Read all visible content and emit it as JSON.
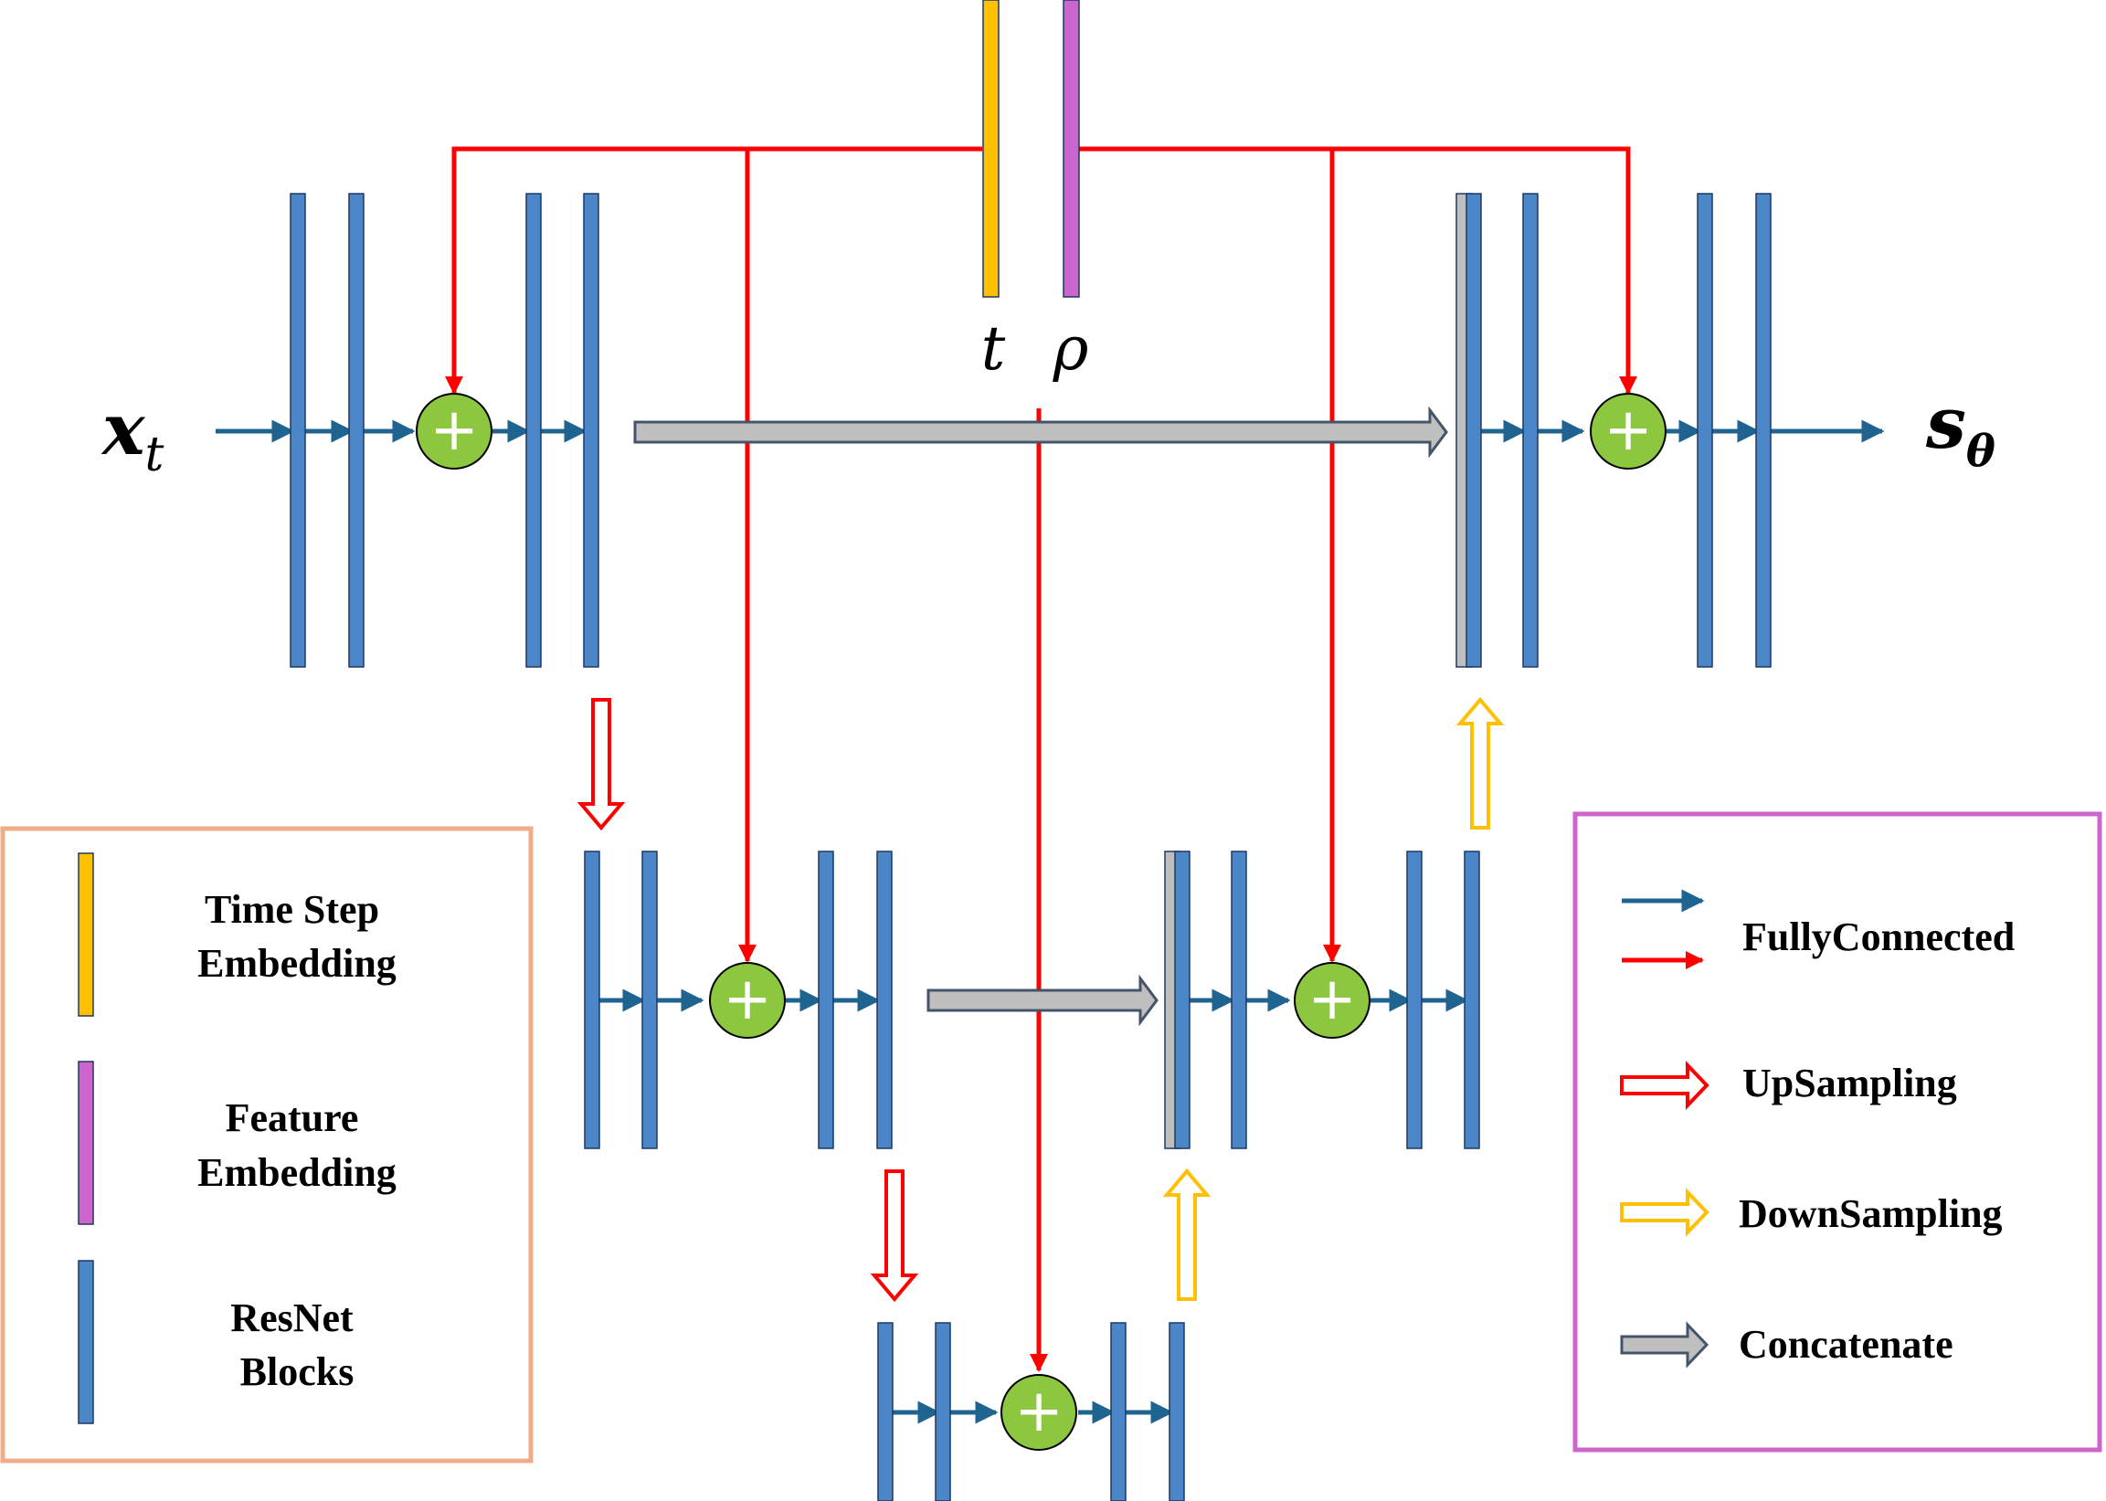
{
  "inputs": {
    "input_symbol": "x",
    "input_subscript": "t",
    "output_symbol": "s",
    "output_subscript": "θ",
    "time_symbol": "t",
    "feature_symbol": "ρ"
  },
  "add_symbol": "+",
  "legend_left": {
    "items": [
      {
        "lines": [
          "Time Step",
          "Embedding"
        ]
      },
      {
        "lines": [
          "Feature",
          "Embedding"
        ]
      },
      {
        "lines": [
          "ResNet",
          "Blocks"
        ]
      }
    ]
  },
  "legend_right": {
    "items": [
      {
        "label": "FullyConnected"
      },
      {
        "label": "UpSampling"
      },
      {
        "label": "DownSampling"
      },
      {
        "label": "Concatenate"
      }
    ]
  },
  "colors": {
    "resnet_block": "#4a86c8",
    "time_embedding": "#ffc000",
    "feature_embedding": "#cc66cc",
    "add_node": "#8dc63f",
    "fully_connected_dark": "#1f6491",
    "fully_connected_red": "#ff0000",
    "upsampling": "#ff0000",
    "downsampling": "#ffc000",
    "concatenate": "#bfbfbf",
    "legend_left_border": "#f0ad8a",
    "legend_right_border": "#cc66cc"
  }
}
